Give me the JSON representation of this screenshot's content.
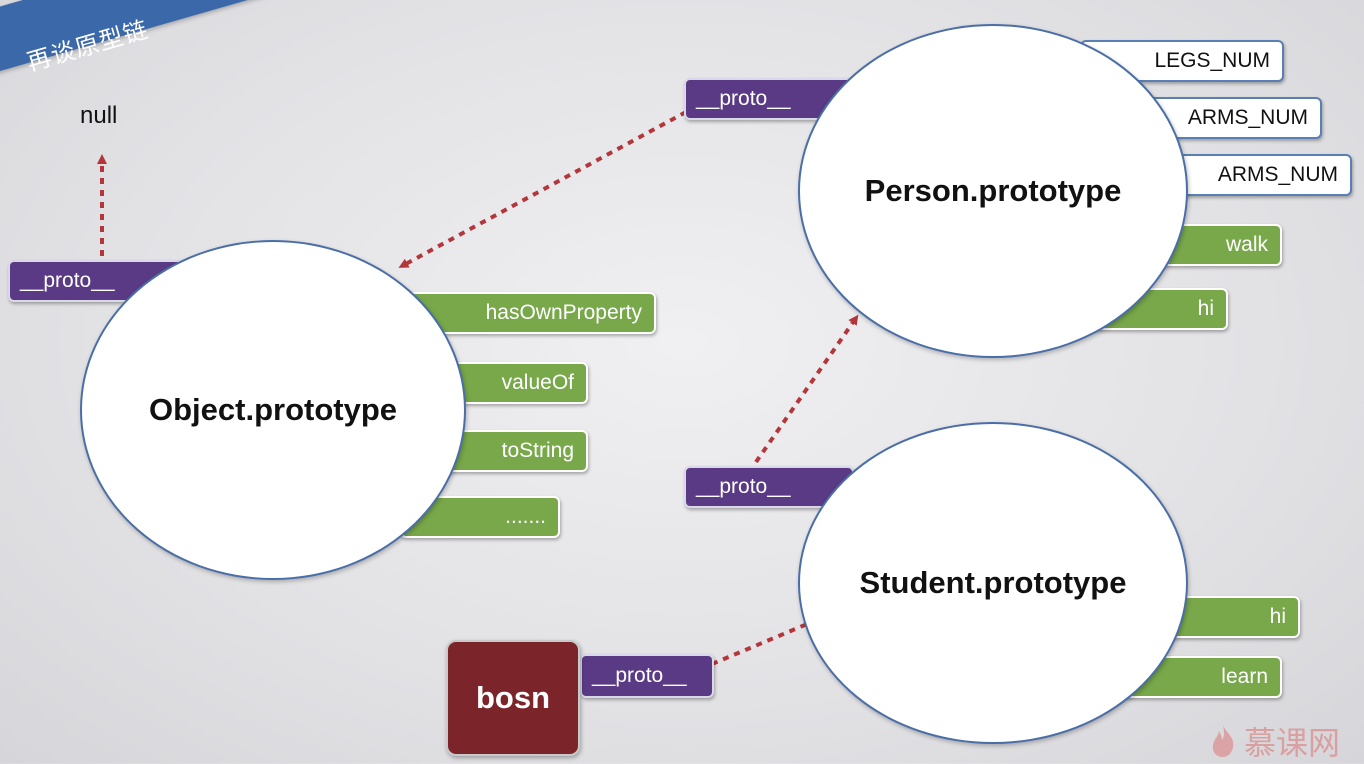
{
  "banner": {
    "title": "再谈原型链"
  },
  "null_label": "null",
  "object_prototype": {
    "label": "Object.prototype",
    "proto_label": "__proto__",
    "members": [
      "hasOwnProperty",
      "valueOf",
      "toString",
      "......."
    ]
  },
  "person_prototype": {
    "label": "Person.prototype",
    "proto_label": "__proto__",
    "constants": [
      "LEGS_NUM",
      "ARMS_NUM",
      "ARMS_NUM"
    ],
    "methods": [
      "walk",
      "hi"
    ]
  },
  "student_prototype": {
    "label": "Student.prototype",
    "proto_label": "__proto__",
    "methods": [
      "hi",
      "learn"
    ]
  },
  "bosn": {
    "label": "bosn",
    "proto_label": "__proto__"
  },
  "logo": {
    "text": "慕课网"
  },
  "colors": {
    "banner": "#3a68a8",
    "method_tab": "#78a84a",
    "proto_tab": "#5a3a84",
    "instance": "#7b252a",
    "arrow": "#b3363a",
    "ellipse_border": "#4a6ea8"
  }
}
